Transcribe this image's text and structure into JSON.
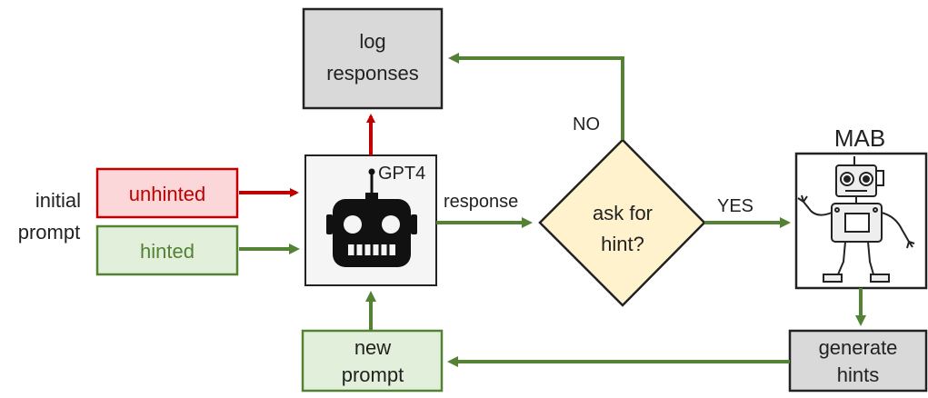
{
  "initial_prompt": {
    "line1": "initial",
    "line2": "prompt"
  },
  "unhinted": {
    "label": "unhinted"
  },
  "hinted": {
    "label": "hinted"
  },
  "gpt4": {
    "label": "GPT4",
    "icon": "robot-icon"
  },
  "log_responses": {
    "line1": "log",
    "line2": "responses"
  },
  "response_label": "response",
  "decision": {
    "line1": "ask for",
    "line2": "hint?"
  },
  "no_label": "NO",
  "yes_label": "YES",
  "mab": {
    "label": "MAB",
    "icon": "robot-drawing-icon"
  },
  "generate_hints": {
    "line1": "generate",
    "line2": "hints"
  },
  "new_prompt": {
    "line1": "new",
    "line2": "prompt"
  },
  "colors": {
    "red": "#c00000",
    "green": "#548235",
    "unhinted_fill": "#fbd7d9",
    "hinted_fill": "#e2efda",
    "gray_fill": "#d9d9d9",
    "decision_fill": "#fff2cc",
    "gpt_fill": "#f5f5f5",
    "text_red": "#c00000",
    "text_green": "#548235"
  }
}
